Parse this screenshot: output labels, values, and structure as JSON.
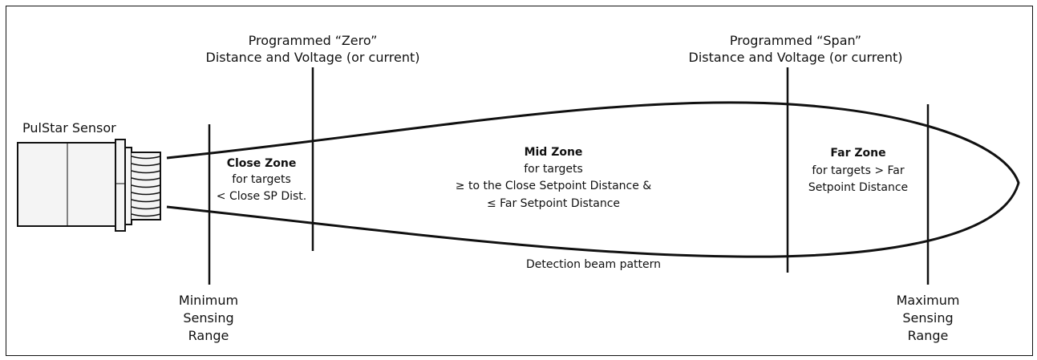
{
  "sensor": {
    "label": "PulStar Sensor"
  },
  "zero_marker": {
    "line1": "Programmed “Zero”",
    "line2": "Distance and Voltage (or current)"
  },
  "span_marker": {
    "line1": "Programmed “Span”",
    "line2": "Distance and Voltage (or current)"
  },
  "close_zone": {
    "title": "Close Zone",
    "line1": "for targets",
    "line2": "< Close SP Dist."
  },
  "mid_zone": {
    "title": "Mid Zone",
    "line1": "for targets",
    "line2": "≥ to the Close Setpoint Distance &",
    "line3": "≤ Far Setpoint Distance"
  },
  "far_zone": {
    "title": "Far Zone",
    "line1": "for targets > Far",
    "line2": "Setpoint Distance"
  },
  "beam": {
    "label": "Detection beam pattern"
  },
  "minimum_range": {
    "line1": "Minimum",
    "line2": "Sensing",
    "line3": "Range"
  },
  "maximum_range": {
    "line1": "Maximum",
    "line2": "Sensing",
    "line3": "Range"
  },
  "colors": {
    "ink": "#111111",
    "sensor_fill": "#f4f4f4",
    "background": "#ffffff"
  }
}
